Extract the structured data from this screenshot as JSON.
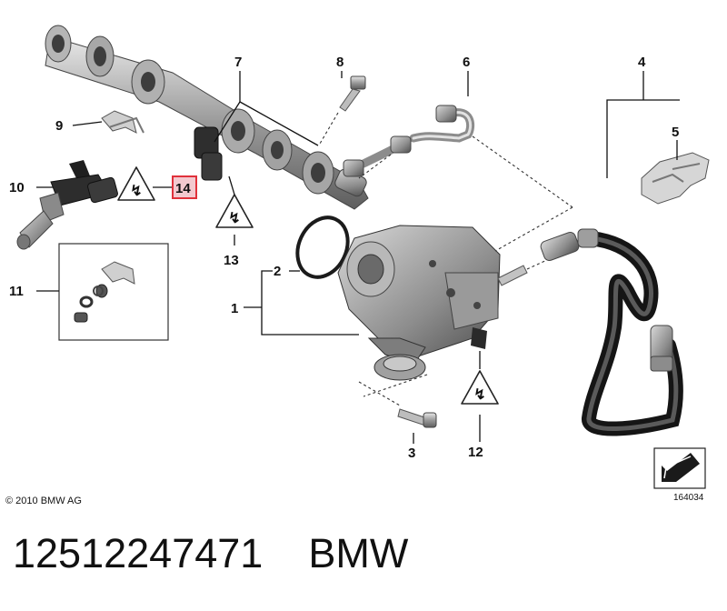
{
  "diagram": {
    "callouts": {
      "c1": "1",
      "c2": "2",
      "c3": "3",
      "c4": "4",
      "c5": "5",
      "c6": "6",
      "c7": "7",
      "c8": "8",
      "c9": "9",
      "c10": "10",
      "c11": "11",
      "c12": "12",
      "c13": "13",
      "c14": "14"
    },
    "highlighted_callout": "14",
    "highlight_color": "#e0313b",
    "highlight_fill": "#f3c9cf",
    "warning_icon": "torque-warning-icon",
    "copyright": "© 2010 BMW AG",
    "drawing_number": "164034"
  },
  "caption": {
    "part_number": "12512247471",
    "brand": "BMW"
  }
}
